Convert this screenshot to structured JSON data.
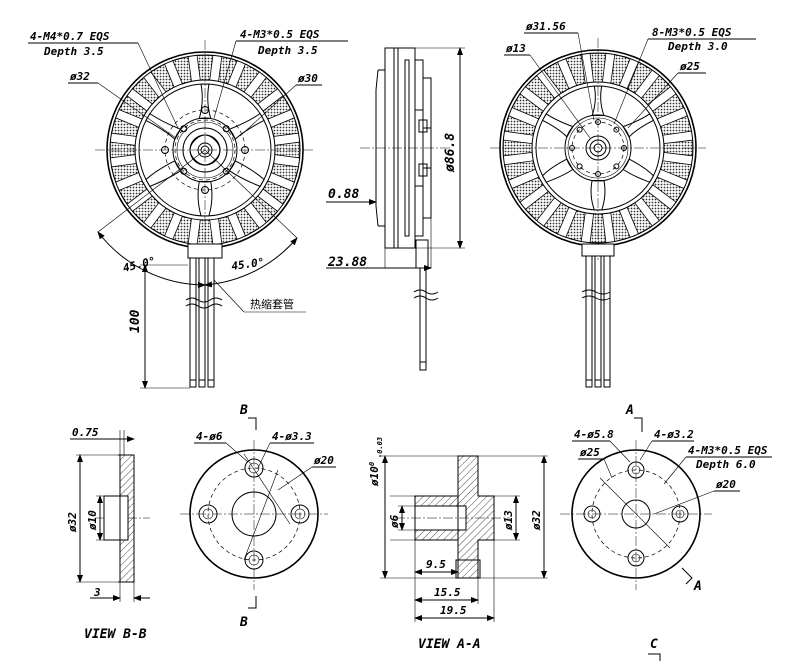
{
  "labels": {
    "front_left_hole": "4-M4*0.7 EQS",
    "front_left_depth": "Depth 3.5",
    "front_right_hole": "4-M3*0.5 EQS",
    "front_right_depth": "Depth 3.5",
    "front_d_outer": "ø32",
    "front_d_inner": "ø30",
    "angle_left": "45.0°",
    "angle_right": "45.0°",
    "heat_shrink": "热缩套管",
    "lead_length": "100",
    "side_height": "ø86.8",
    "side_lip": "0.88",
    "side_width": "23.88",
    "back_d_ring": "ø31.56",
    "back_hole": "8-M3*0.5 EQS",
    "back_depth": "Depth 3.0",
    "back_d13": "ø13",
    "back_d25": "ø25",
    "bb_thickness": "0.75",
    "bb_d32": "ø32",
    "bb_d10": "ø10",
    "bb_3": "3",
    "bb_title": "VIEW B-B",
    "plate_holes_a": "4-ø6",
    "plate_holes_b": "4-ø3.3",
    "plate_d20": "ø20",
    "section_b_top": "B",
    "section_b_bottom": "B",
    "aa_d10": "ø10",
    "aa_d10_tol_top": "0",
    "aa_d10_tol_bottom": "-0.03",
    "aa_d6": "ø6",
    "aa_d13": "ø13",
    "aa_d32": "ø32",
    "aa_95": "9.5",
    "aa_155": "15.5",
    "aa_195": "19.5",
    "aa_title": "VIEW A-A",
    "base_holes_a": "4-ø5.8",
    "base_holes_b": "4-ø3.2",
    "base_d25": "ø25",
    "base_thread": "4-M3*0.5 EQS",
    "base_depth": "Depth 6.0",
    "base_d20": "ø20",
    "section_a_top": "A",
    "section_a_bottom": "A",
    "section_c": "C"
  }
}
